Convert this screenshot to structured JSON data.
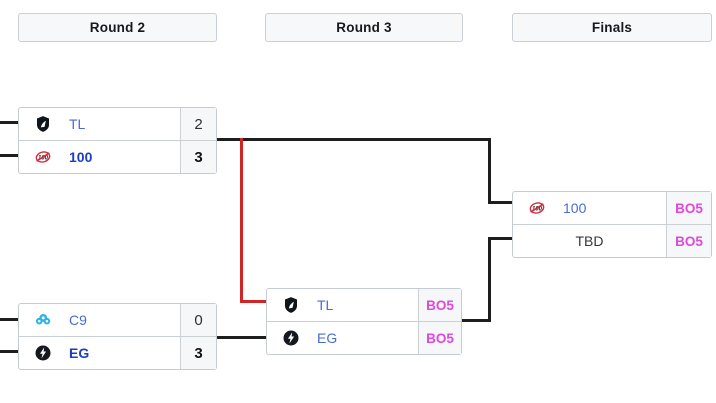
{
  "bracket": {
    "headers": [
      {
        "label": "Round 2"
      },
      {
        "label": "Round 3"
      },
      {
        "label": "Finals"
      }
    ],
    "matches": [
      {
        "name": "round2-match1",
        "slots": [
          {
            "team": "TL",
            "logo": "team-liquid",
            "score": "2",
            "winner": false
          },
          {
            "team": "100",
            "logo": "100-thieves",
            "score": "3",
            "winner": true
          }
        ]
      },
      {
        "name": "round2-match2",
        "slots": [
          {
            "team": "C9",
            "logo": "cloud9",
            "score": "0",
            "winner": false
          },
          {
            "team": "EG",
            "logo": "evil-geniuses",
            "score": "3",
            "winner": true
          }
        ]
      },
      {
        "name": "round3-match1",
        "slots": [
          {
            "team": "TL",
            "logo": "team-liquid",
            "score": "BO5",
            "winner": false
          },
          {
            "team": "EG",
            "logo": "evil-geniuses",
            "score": "BO5",
            "winner": false
          }
        ]
      },
      {
        "name": "finals-match",
        "slots": [
          {
            "team": "100",
            "logo": "100-thieves",
            "score": "BO5",
            "winner": false
          },
          {
            "team": "TBD",
            "logo": null,
            "score": "BO5",
            "winner": false
          }
        ]
      }
    ],
    "colors": {
      "connector_line": "#1e1e1e",
      "loser_drop_line": "#cf2525",
      "bo5_label": "#e048dd",
      "team_name": "#4a6cce",
      "winner_name": "#1d3ec2"
    }
  }
}
